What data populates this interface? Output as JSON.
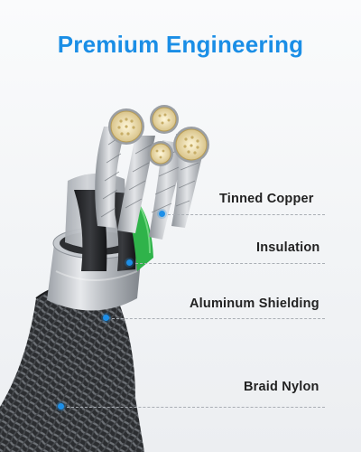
{
  "title": "Premium Engineering",
  "colors": {
    "accent": "#1a8ee6",
    "dot": "#1d8fe8",
    "text": "#222222"
  },
  "callouts": [
    {
      "id": "tinned-copper",
      "label": "Tinned Copper"
    },
    {
      "id": "insulation",
      "label": "Insulation"
    },
    {
      "id": "aluminum-shielding",
      "label": "Aluminum Shielding"
    },
    {
      "id": "braid-nylon",
      "label": "Braid Nylon"
    }
  ]
}
